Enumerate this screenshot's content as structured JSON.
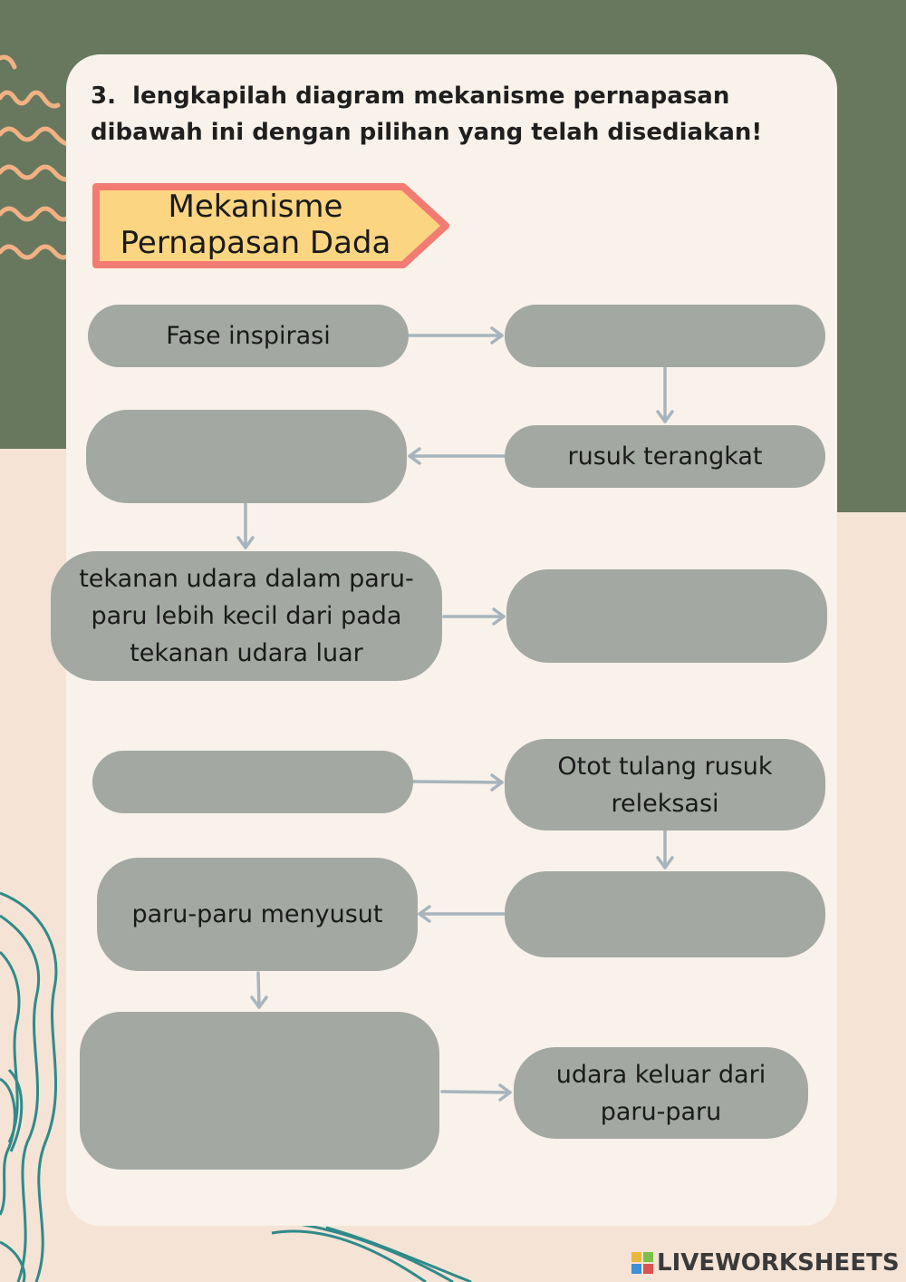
{
  "instruction": {
    "number": "3.",
    "text": "lengkapilah diagram mekanisme pernapasan dibawah ini dengan pilihan yang telah disediakan!"
  },
  "title": {
    "line1": "Mekanisme",
    "line2": "Pernapasan Dada"
  },
  "boxes": {
    "fase_inspirasi": "Fase inspirasi",
    "blank_1": "",
    "rusuk_terangkat": "rusuk terangkat",
    "blank_2": "",
    "tekanan_udara": "tekanan udara dalam paru-paru lebih kecil dari pada tekanan udara luar",
    "blank_3": "",
    "blank_4": "",
    "otot_relaksasi": "Otot tulang rusuk releksasi",
    "paru_menyusut": "paru-paru menyusut",
    "blank_5": "",
    "blank_6": "",
    "udara_keluar": "udara keluar dari paru-paru"
  },
  "brand": {
    "name": "LIVEWORKSHEETS"
  },
  "colors": {
    "background_green": "#67785e",
    "background_peach": "#f5e3d6",
    "card": "#f8f2ea",
    "box": "#a3a8a2",
    "arrow": "#a7b4bd",
    "title_fill": "#fbd581",
    "title_border": "#f27c74"
  }
}
